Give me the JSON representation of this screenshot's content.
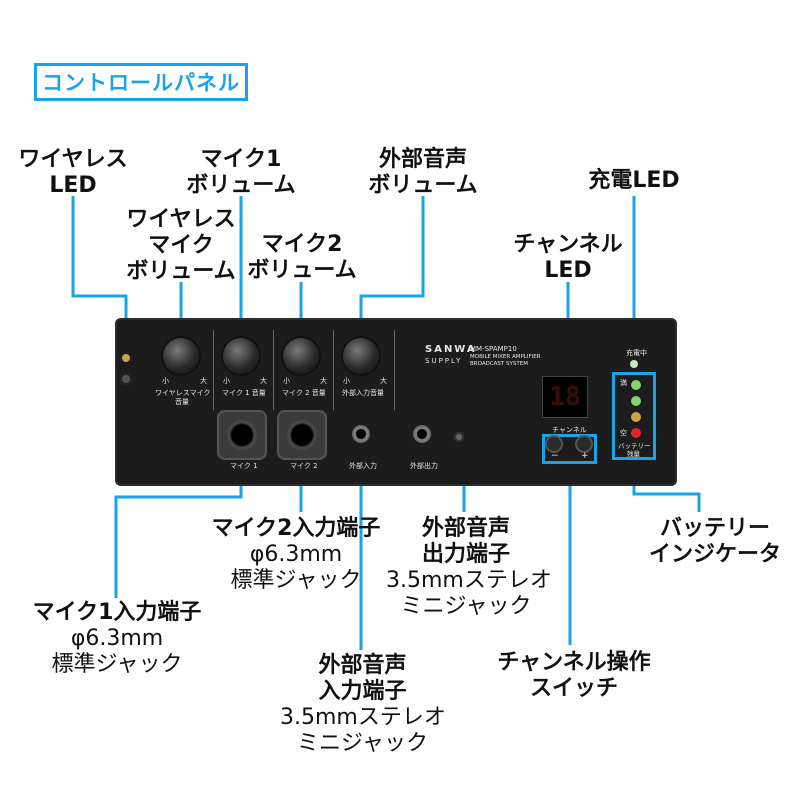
{
  "badge": "コントロールパネル",
  "labels": {
    "wireless_led": [
      "ワイヤレス",
      "LED"
    ],
    "mic1_volume": [
      "マイク1",
      "ボリューム"
    ],
    "ext_volume": [
      "外部音声",
      "ボリューム"
    ],
    "charge_led": [
      "充電LED"
    ],
    "wireless_mic_volume": [
      "ワイヤレス",
      "マイク",
      "ボリューム"
    ],
    "mic2_volume": [
      "マイク2",
      "ボリューム"
    ],
    "channel_led": [
      "チャンネル",
      "LED"
    ],
    "mic2_input": [
      "マイク2入力端子",
      "φ6.3mm",
      "標準ジャック"
    ],
    "ext_output": [
      "外部音声",
      "出力端子",
      "3.5mmステレオ",
      "ミニジャック"
    ],
    "battery_indicator": [
      "バッテリー",
      "インジケータ"
    ],
    "mic1_input": [
      "マイク1入力端子",
      "φ6.3mm",
      "標準ジャック"
    ],
    "ext_input": [
      "外部音声",
      "入力端子",
      "3.5mmステレオ",
      "ミニジャック"
    ],
    "channel_switch": [
      "チャンネル操作",
      "スイッチ"
    ]
  },
  "panel": {
    "brand_top": "SANWA",
    "brand_bottom": "SUPPLY",
    "model": "MM-SPAMP10",
    "model_line1": "MOBILE MIXER AMPLIFIER",
    "model_line2": "BROADCAST SYSTEM",
    "knob_min": "小",
    "knob_max": "大",
    "knob1_caption": "ワイヤレスマイク",
    "knob1_caption2": "音量",
    "knob2_caption": "マイク 1 音量",
    "knob3_caption": "マイク 2 音量",
    "knob4_caption": "外部入力音量",
    "jack1_caption": "マイク 1",
    "jack2_caption": "マイク 2",
    "ext_in_caption": "外部入力",
    "ext_out_caption": "外部出力",
    "channel_caption": "チャンネル",
    "channel_display": "18",
    "minus": "−",
    "plus": "+",
    "charging": "充電中",
    "full": "満",
    "empty": "空",
    "battery_caption1": "バッテリー",
    "battery_caption2": "残量"
  },
  "colors": {
    "accent": "#1aa3e8",
    "panel": "#1c1c1c",
    "led_green": "#7ed36b",
    "led_red": "#e0242a"
  }
}
